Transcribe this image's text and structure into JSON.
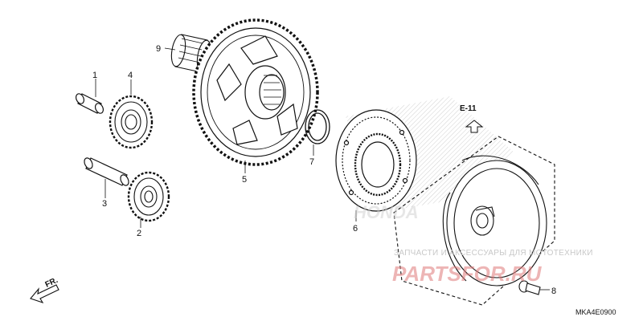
{
  "callouts": [
    "1",
    "2",
    "3",
    "4",
    "5",
    "6",
    "7",
    "8",
    "9"
  ],
  "reference": "E-11",
  "direction": "FR.",
  "diagram_code": "MKA4E0900",
  "watermark": {
    "tagline": "ЗАПЧАСТИ И АКСЕССУАРЫ ДЛЯ МОТОТЕХНИКИ",
    "site": "PARTSFOR.RU",
    "brand": "HONDA"
  },
  "colors": {
    "ink": "#111111",
    "watermark_red": "#e07a7a",
    "hatch": "#bbbbbb"
  }
}
